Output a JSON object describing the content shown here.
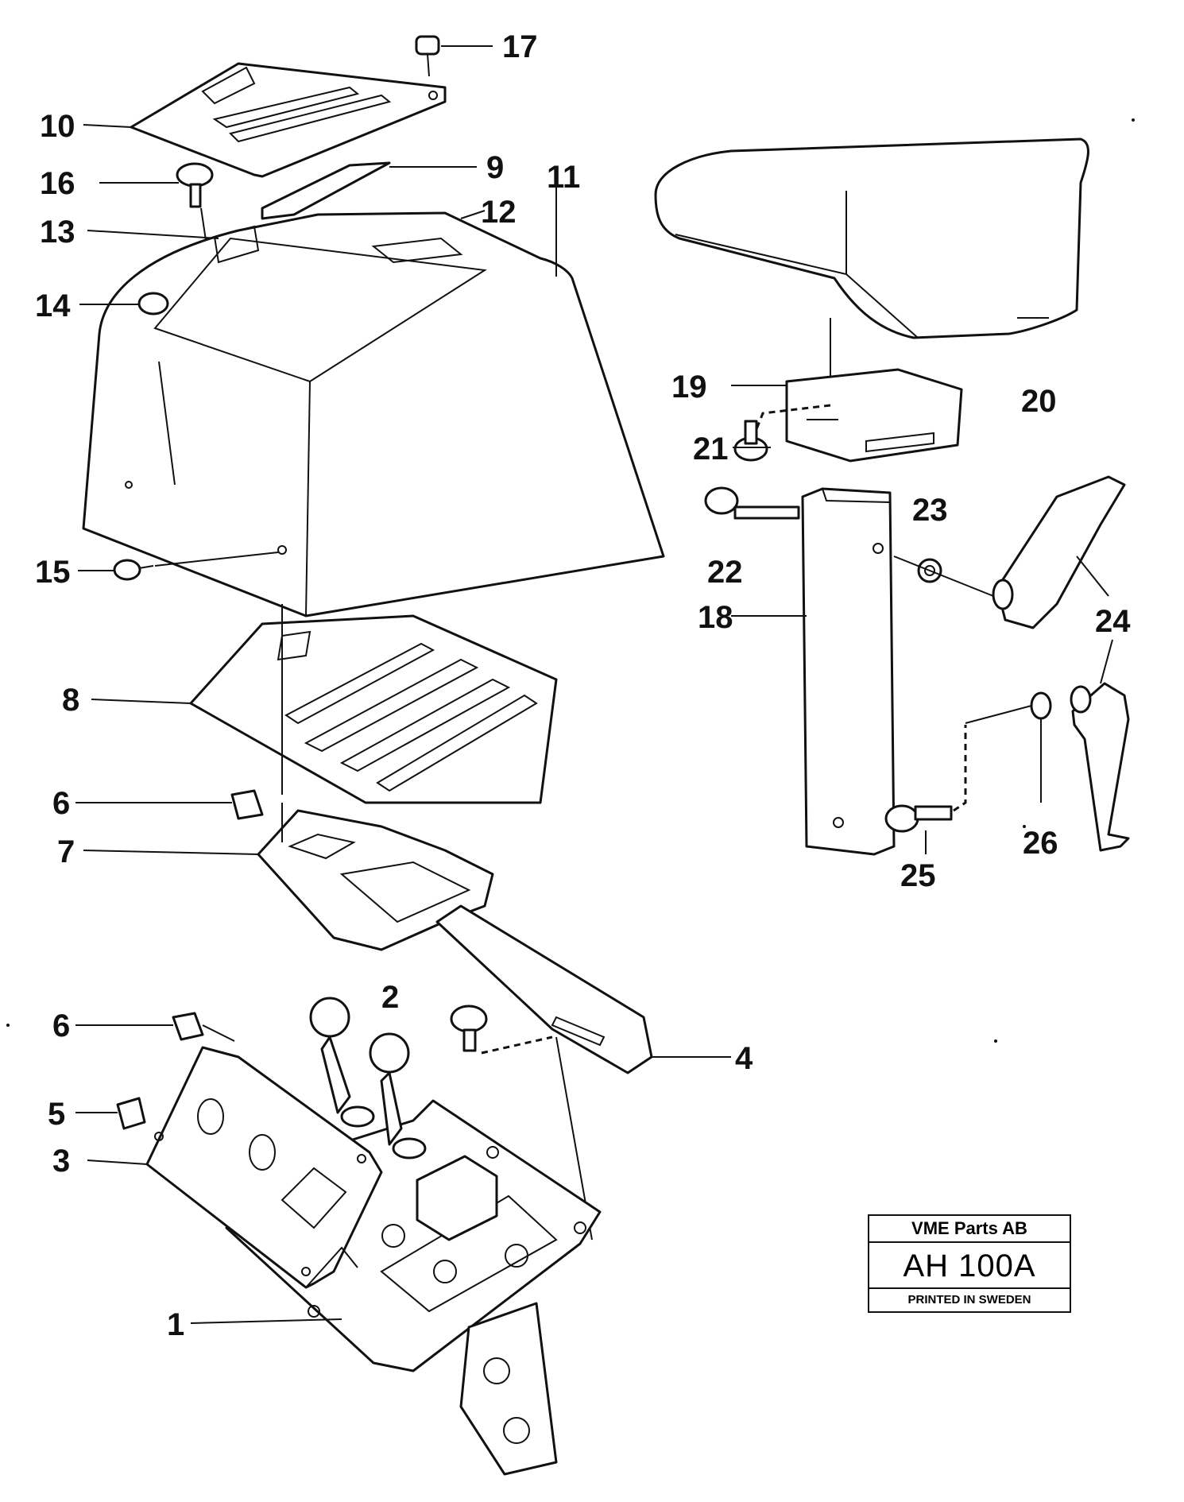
{
  "diagram": {
    "callouts": [
      "1",
      "2",
      "3",
      "4",
      "5",
      "6",
      "6",
      "7",
      "8",
      "9",
      "10",
      "11",
      "12",
      "13",
      "14",
      "15",
      "16",
      "17",
      "18",
      "19",
      "20",
      "21",
      "22",
      "23",
      "24",
      "25",
      "26"
    ]
  },
  "title_block": {
    "company": "VME Parts AB",
    "code": "AH 100A",
    "printed": "PRINTED IN SWEDEN"
  }
}
